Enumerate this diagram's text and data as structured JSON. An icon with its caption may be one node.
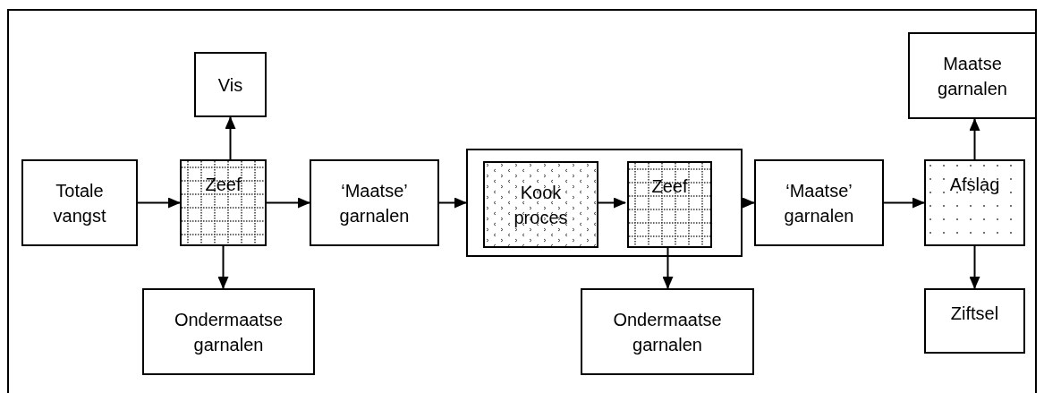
{
  "diagram": {
    "nodes": [
      {
        "text": [
          "Totale vangst"
        ]
      },
      {
        "text": [
          "Vis"
        ]
      },
      {
        "text": [
          "Zeef"
        ]
      },
      {
        "text": [
          "Ondermaatse garnalen"
        ]
      },
      {
        "text": [
          "‘Maatse’ garnalen"
        ]
      },
      {
        "text": [],
        "shape": "box"
      },
      {
        "text": [
          "Kook proces"
        ],
        "in": 5
      },
      {
        "text": [
          "Zeef"
        ],
        "in": 5
      },
      {
        "text": [
          "Ondermaatse garnalen"
        ]
      },
      {
        "text": [
          "‘Maatse’ garnalen"
        ]
      },
      {
        "text": [
          "Maatse garnalen"
        ]
      },
      {
        "text": [
          "Afslag"
        ]
      },
      {
        "text": [
          "Ziftsel"
        ]
      }
    ],
    "edges": [
      {
        "from": 0,
        "to": 2,
        "arrow": "to"
      },
      {
        "from": 2,
        "to": 1,
        "arrow": "to"
      },
      {
        "from": 2,
        "to": 3,
        "arrow": "to"
      },
      {
        "from": 2,
        "to": 4,
        "arrow": "to"
      },
      {
        "from": 4,
        "to": 5,
        "arrow": "to"
      },
      {
        "from": 6,
        "to": 7,
        "arrow": "to"
      },
      {
        "from": 7,
        "to": 8,
        "arrow": "to"
      },
      {
        "from": 5,
        "to": 9,
        "arrow": "to"
      },
      {
        "from": 9,
        "to": 11,
        "arrow": "to"
      },
      {
        "from": 11,
        "to": 10,
        "arrow": "to"
      },
      {
        "from": 11,
        "to": 12,
        "arrow": "to"
      }
    ]
  }
}
